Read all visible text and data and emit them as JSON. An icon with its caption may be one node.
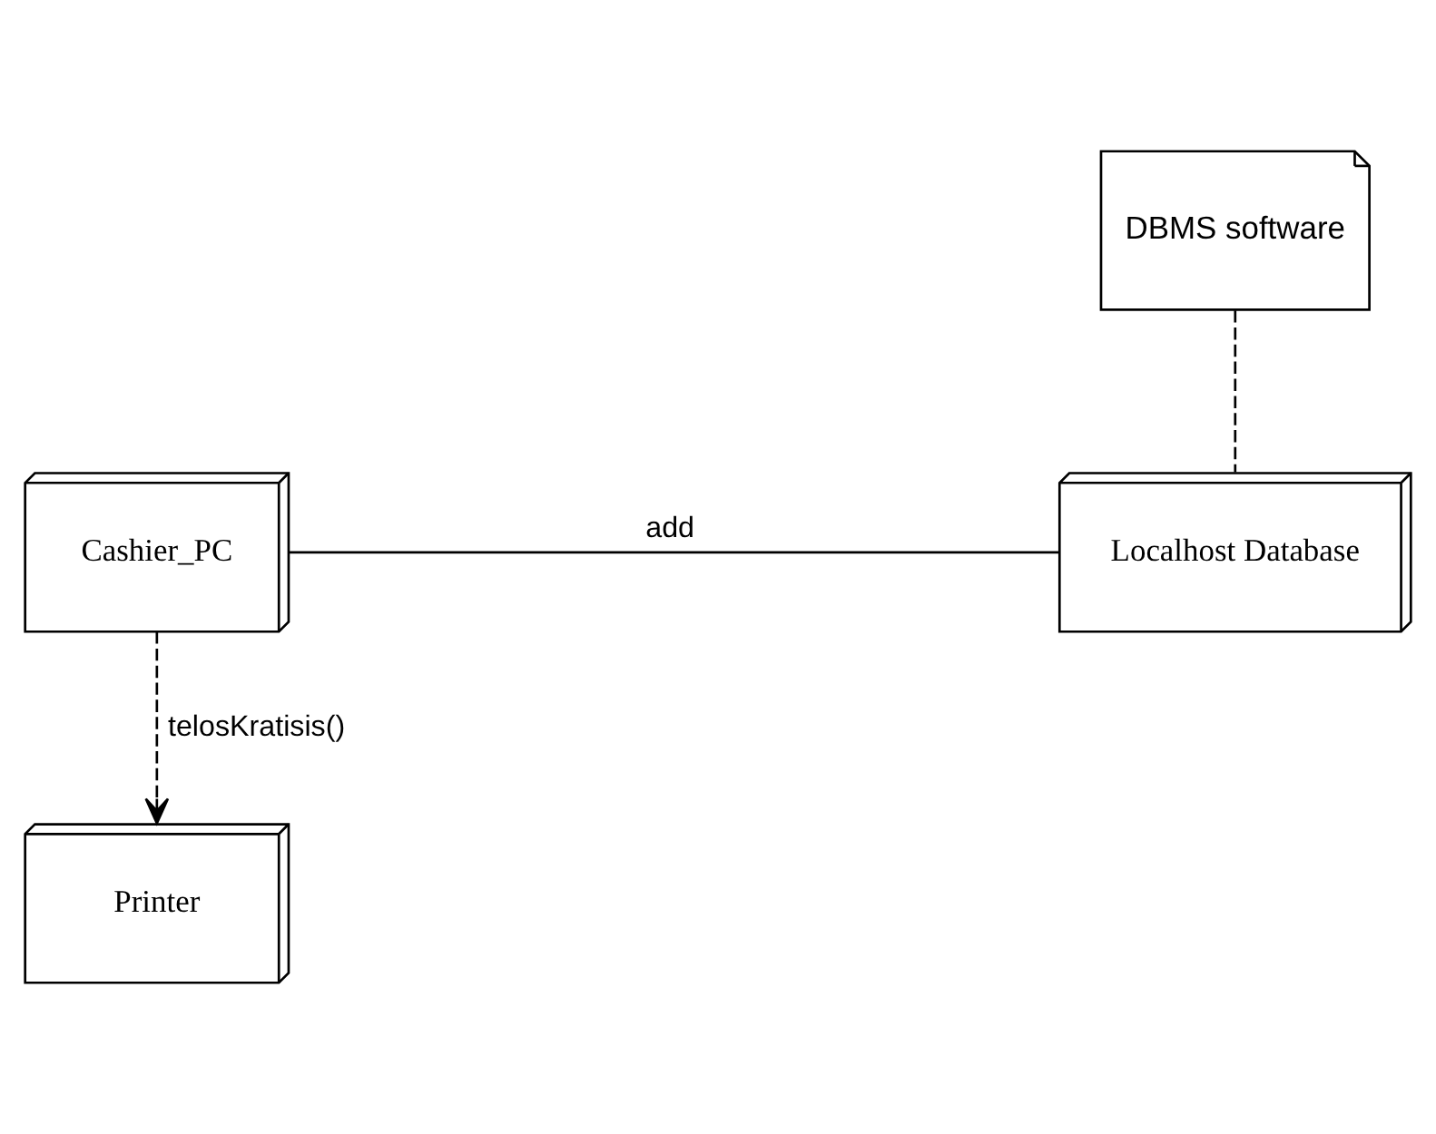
{
  "diagram": {
    "nodes": [
      {
        "text": [
          "DBMS software"
        ]
      },
      {
        "text": [
          "Cashier_PC"
        ]
      },
      {
        "text": [
          "Localhost Database"
        ]
      },
      {
        "text": [
          "Printer"
        ]
      }
    ],
    "edges": [
      {
        "from": 0,
        "to": 2,
        "arrow": "none",
        "style": "dashed"
      },
      {
        "from": 1,
        "to": 2,
        "arrow": "none",
        "label": "add"
      },
      {
        "from": 1,
        "to": 3,
        "arrow": "to",
        "style": "dashed",
        "label": "telosKratisis()"
      }
    ]
  }
}
